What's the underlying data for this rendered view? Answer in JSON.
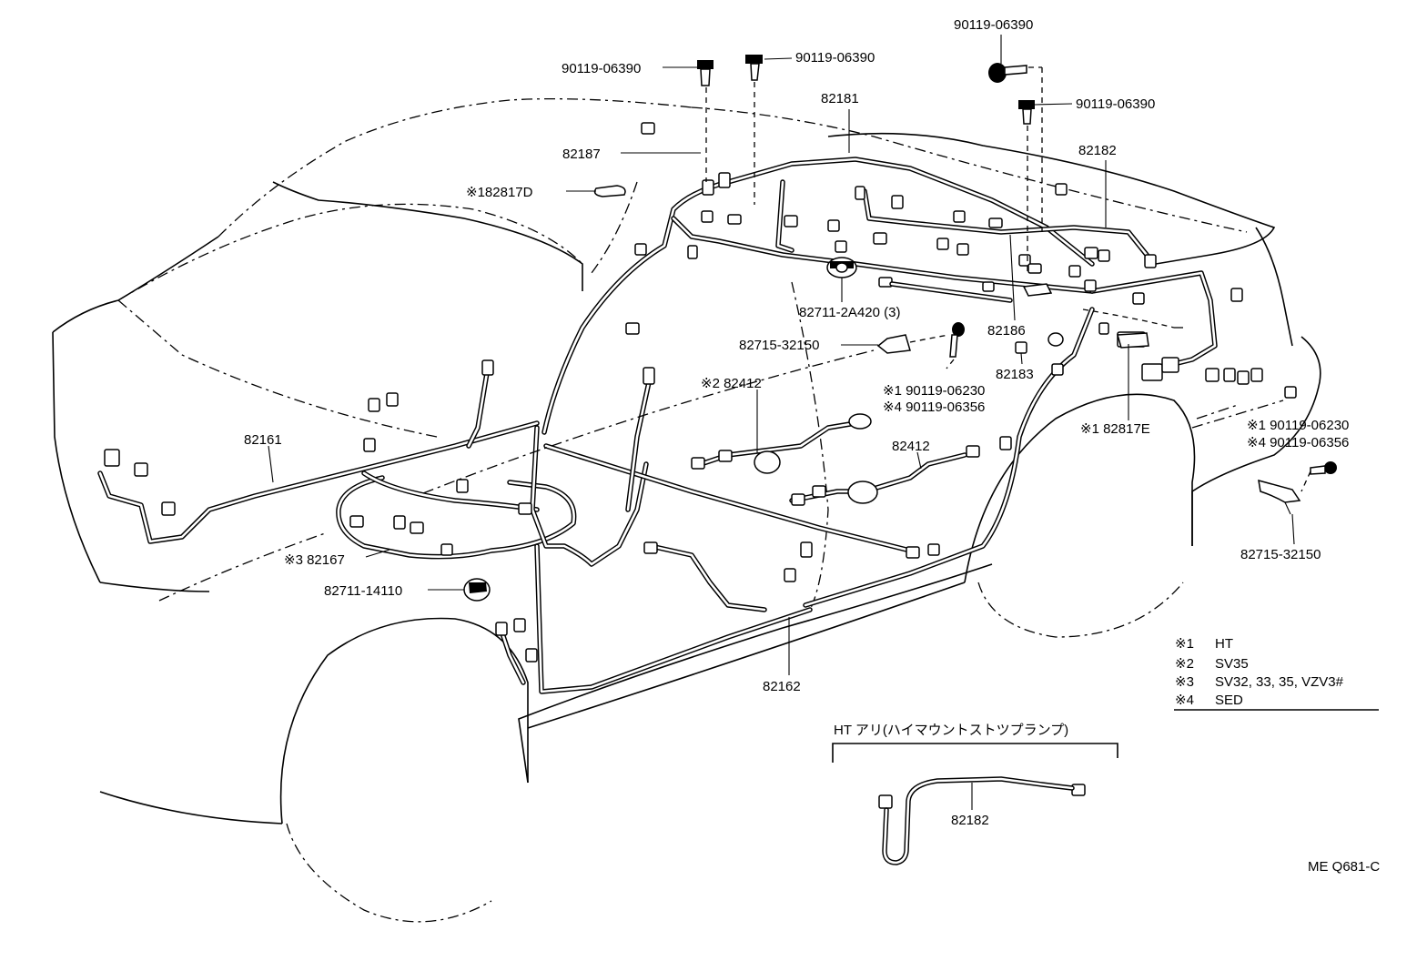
{
  "parts": {
    "bolt_1": "90119-06390",
    "bolt_2": "90119-06390",
    "bolt_3": "90119-06390",
    "bolt_4": "90119-06390",
    "p82181": "82181",
    "p82187": "82187",
    "p182817d": "※182817D",
    "p82182_top": "82182",
    "p82711_2a420": "82711-2A420 (3)",
    "p82715_a": "82715-32150",
    "p82186": "82186",
    "p82183": "82183",
    "p82412_a": "※2 82412",
    "note_1_a": "※1  90119-06230",
    "note_4_a": "※4  90119-06356",
    "p82412_b": "82412",
    "p82817e": "※1 82817E",
    "note_1_b": "※1  90119-06230",
    "note_4_b": "※4  90119-06356",
    "p82715_b": "82715-32150",
    "p82161": "82161",
    "p82167": "※3 82167",
    "p82711_14110": "82711-14110",
    "p82162": "82162",
    "p82182_inset": "82182"
  },
  "legend": [
    {
      "mark": "※1",
      "text": "HT"
    },
    {
      "mark": "※2",
      "text": "SV35"
    },
    {
      "mark": "※3",
      "text": "SV32, 33, 35, VZV3#"
    },
    {
      "mark": "※4",
      "text": "SED"
    }
  ],
  "inset_title": "HT アリ(ハイマウントストツプランプ)",
  "code": "ME Q681-C"
}
